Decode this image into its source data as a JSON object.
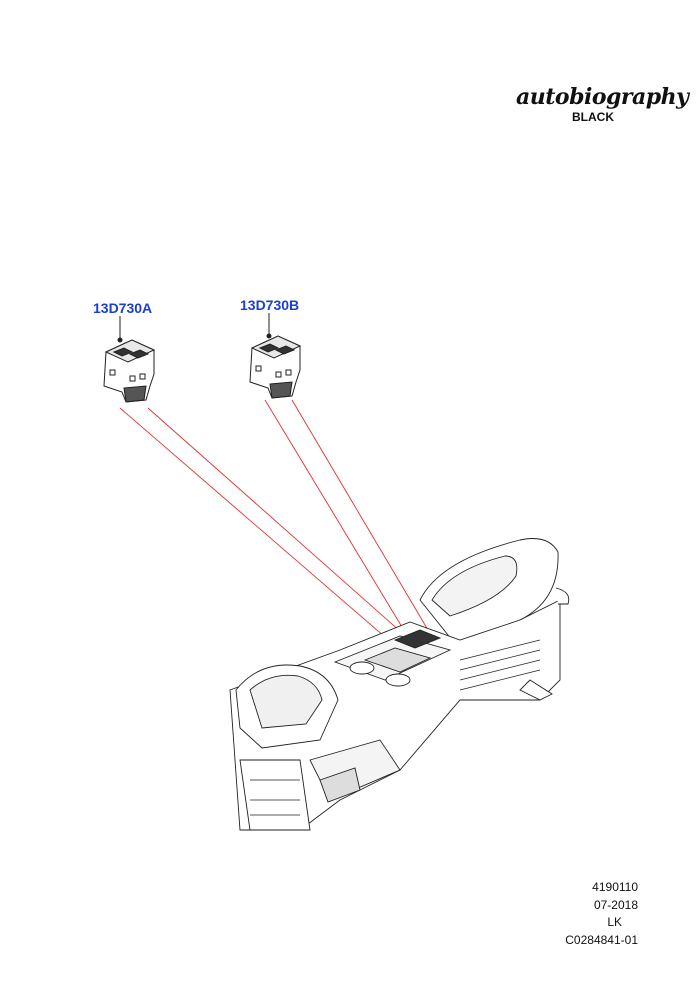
{
  "brand": {
    "script": "autobiography",
    "sub": "BLACK"
  },
  "parts": [
    {
      "id": "13D730A",
      "label": "13D730A"
    },
    {
      "id": "13D730B",
      "label": "13D730B"
    }
  ],
  "meta": {
    "code": "4190110",
    "date": "07-2018",
    "initials": "LK",
    "ref": "C0284841-01"
  },
  "colors": {
    "label": "#1a3fd0",
    "leader": "#e0312f",
    "line": "#222222"
  },
  "icons": {
    "switch": "switch-pack-icon",
    "console": "center-console-drawing"
  }
}
